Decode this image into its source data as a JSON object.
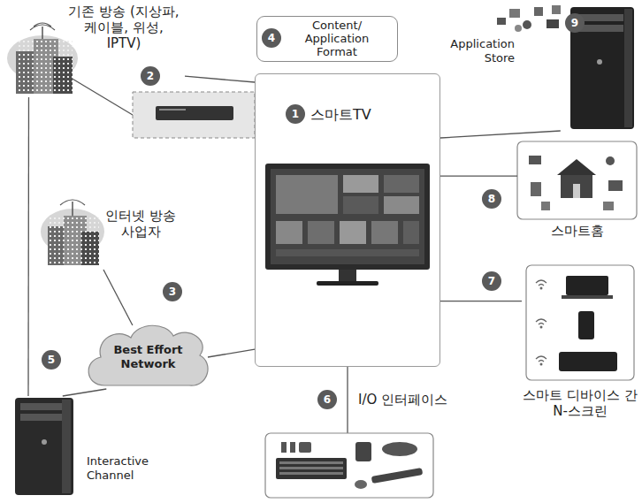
{
  "diagram": {
    "nodes": [
      {
        "text": [
          "기존 방송 (지상파, 케이블, 위성, IPTV)"
        ]
      },
      {
        "text": [
          "Content/ Application Format"
        ]
      },
      {
        "text": [
          "Application Store"
        ]
      },
      {
        "text": [
          "스마트TV"
        ]
      },
      {
        "text": [
          "인터넷 방송 사업자"
        ]
      },
      {
        "text": [
          "Best Effort Network"
        ]
      },
      {
        "text": [
          "Interactive Channel"
        ]
      },
      {
        "text": [
          "스마트홈"
        ]
      },
      {
        "text": [
          "스마트 디바이스 간 N-스크린"
        ]
      }
    ],
    "edges": [
      {
        "from": 0,
        "to": 3,
        "arrow": "none"
      },
      {
        "from": 0,
        "to": 6,
        "arrow": "none"
      },
      {
        "from": 4,
        "to": 5,
        "arrow": "none"
      },
      {
        "from": 5,
        "to": 3,
        "arrow": "none"
      },
      {
        "from": 5,
        "to": 6,
        "arrow": "none"
      },
      {
        "from": 2,
        "to": 3,
        "arrow": "none"
      },
      {
        "from": 7,
        "to": 3,
        "arrow": "none"
      },
      {
        "from": 8,
        "to": 3,
        "arrow": "none"
      }
    ],
    "labels": [
      "1",
      "2",
      "3",
      "4",
      "5",
      "6",
      "7",
      "8",
      "9",
      "I/O 인터페이스"
    ]
  }
}
